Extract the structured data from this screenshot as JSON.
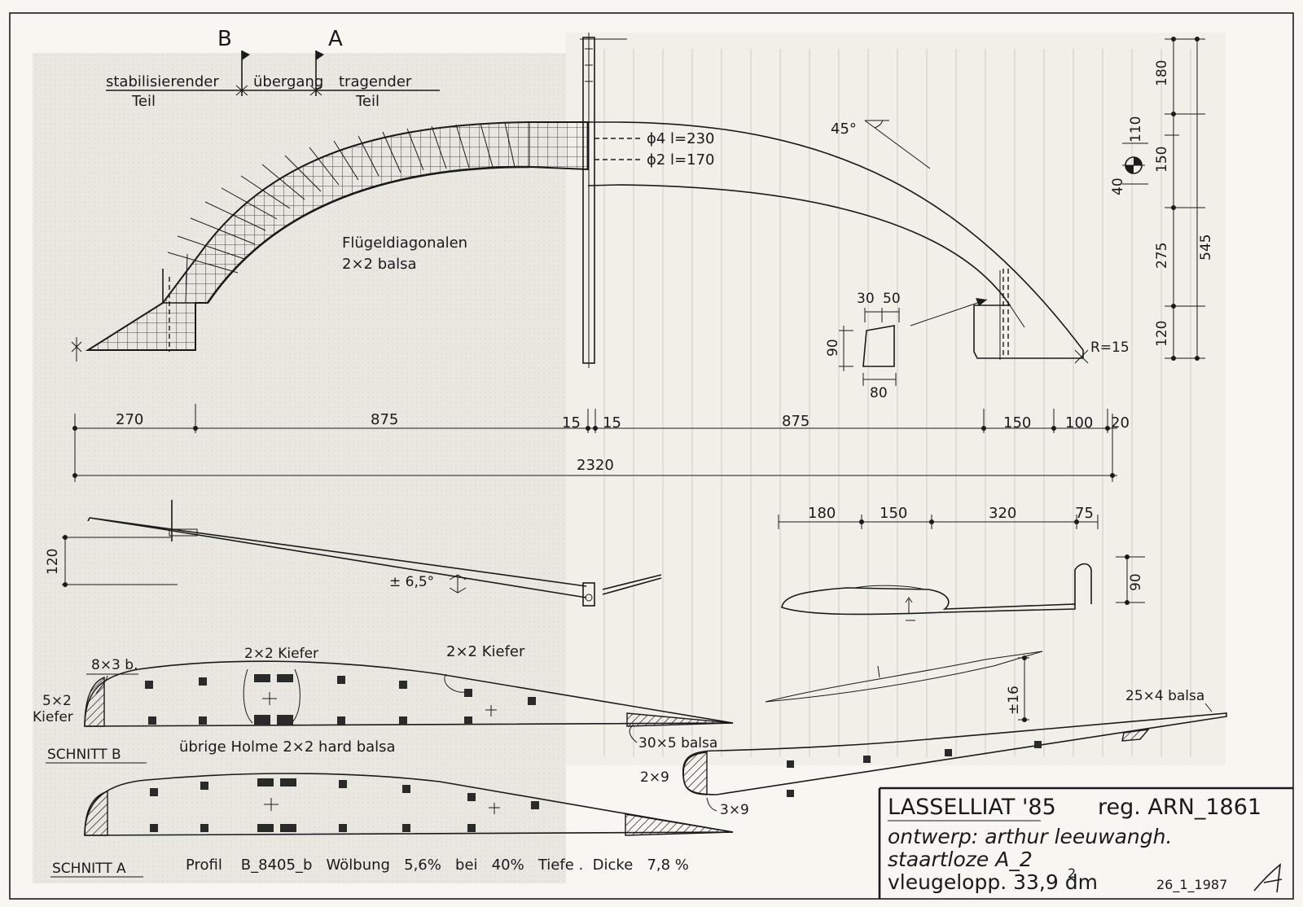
{
  "section_markers": {
    "b": "B",
    "a": "A"
  },
  "zones": {
    "stabilizing_top": "stabilisierender",
    "stabilizing_bottom": "Teil",
    "transition": "übergang",
    "lifting_top": "tragender",
    "lifting_bottom": "Teil"
  },
  "wing_note": {
    "line1": "Flügeldiagonalen",
    "line2": "2×2  balsa"
  },
  "dowels": {
    "d4": "ϕ4  l=230",
    "d2": "ϕ2  l=170"
  },
  "angle_45": "45°",
  "fin_detail": {
    "w1": "30",
    "w2": "50",
    "h": "90",
    "base": "80"
  },
  "radius": "R=15",
  "right_dims": {
    "d180": "180",
    "d110": "110",
    "d150": "150",
    "d40": "40",
    "d275": "275",
    "d545": "545",
    "d120": "120"
  },
  "span_dims": {
    "d270": "270",
    "d875a": "875",
    "d15a": "15",
    "d15b": "15",
    "d875b": "875",
    "d150": "150",
    "d100": "100",
    "d20": "20",
    "total": "2320"
  },
  "front_view": {
    "h120": "120",
    "dihedral": "± 6,5°"
  },
  "side_view": {
    "d180": "180",
    "d150": "150",
    "d320": "320",
    "d75": "75",
    "d90": "90"
  },
  "schnitt_b": {
    "title": "SCHNITT  B",
    "le_top": "8×3 b.",
    "le_left1": "5×2",
    "le_left2": "Kiefer",
    "spar1": "2×2  Kiefer",
    "spar2": "2×2  Kiefer",
    "te": "30×5  balsa",
    "note": "übrige  Holme   2×2  hard   balsa"
  },
  "tail_section": {
    "le": "2×9",
    "te_spar": "3×9",
    "te": "25×4  balsa",
    "h16": "±16"
  },
  "schnitt_a": {
    "title": "SCHNITT  A",
    "profile": "Profil    B_8405_b   Wölbung   5,6%   bei   40%   Tiefe .  Dicke   7,8 %"
  },
  "title_block": {
    "name": "LASSELLIAT '85",
    "reg": "reg.  ARN_1861",
    "designer": "ontwerp: arthur leeuwangh.",
    "type": "staartloze  A_2",
    "area": "vleugelopp. 33,9 dm",
    "area_exp": "2",
    "date": "26_1_1987"
  }
}
